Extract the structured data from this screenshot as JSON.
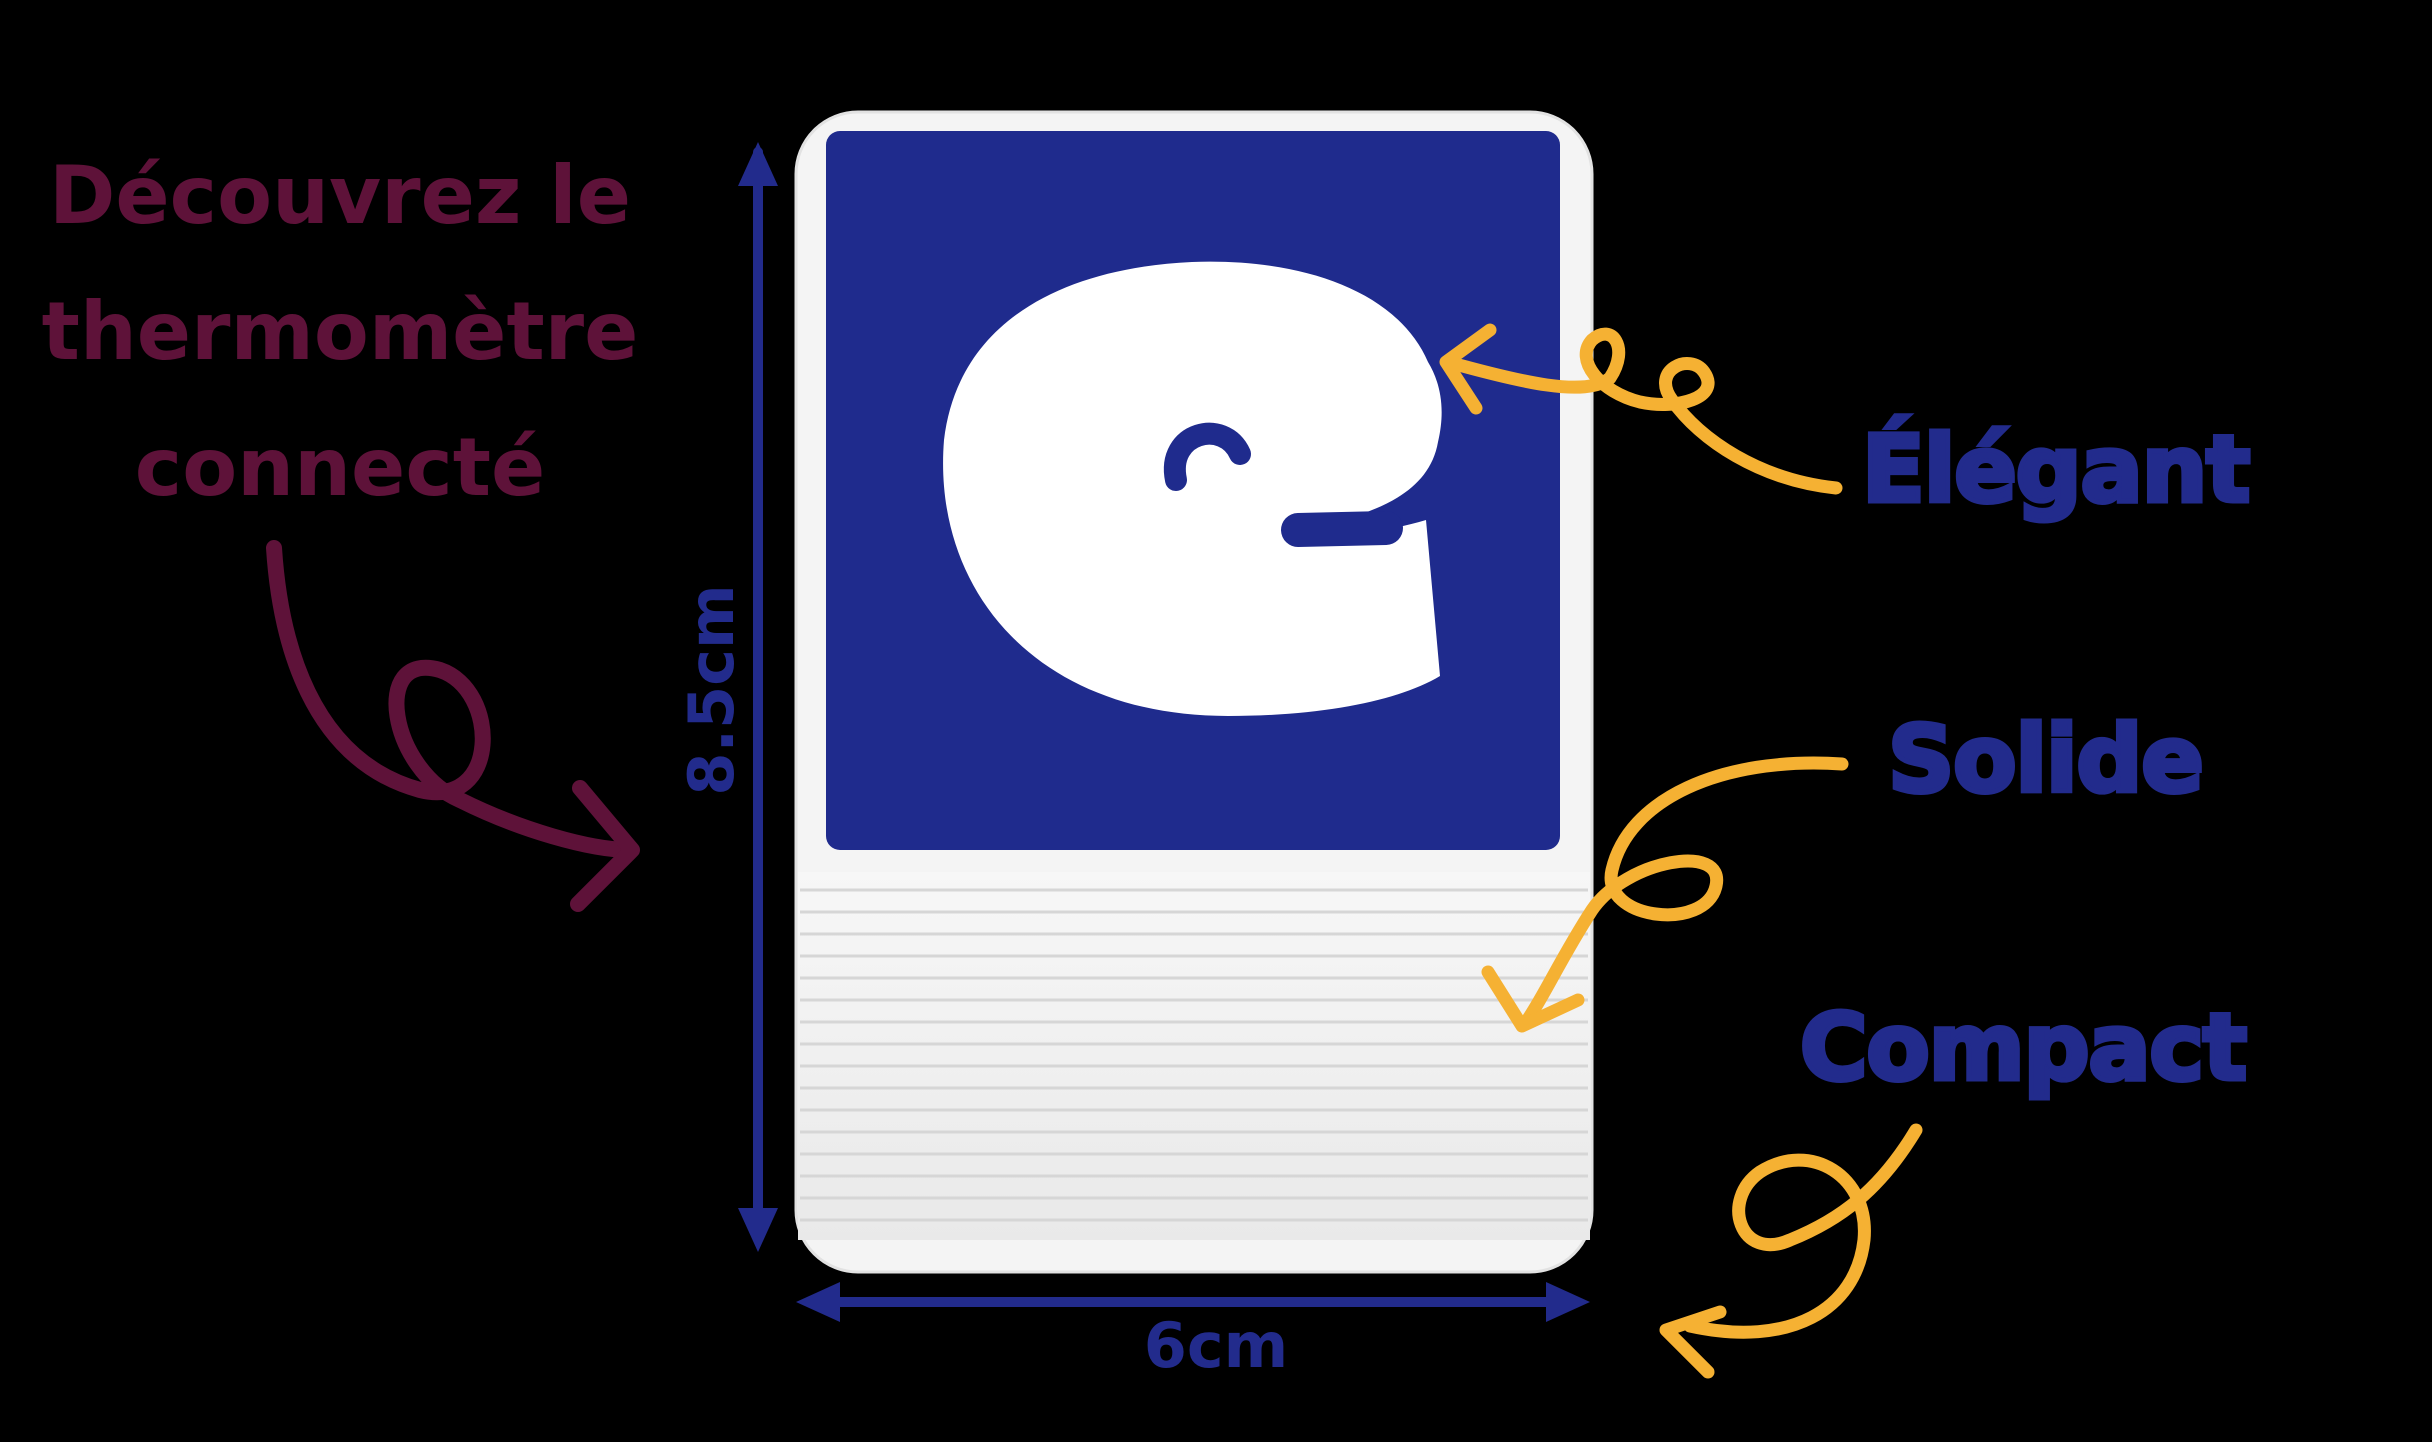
{
  "headline": {
    "line1": "Découvrez le",
    "line2": "thermomètre",
    "line3": "connecté"
  },
  "features": {
    "elegant": "Élégant",
    "solide": "Solide",
    "compact": "Compact"
  },
  "dimensions": {
    "height": "8.5cm",
    "width": "6cm"
  },
  "colors": {
    "background": "#000000",
    "headline": "#5e1239",
    "brand_blue": "#1f2b8d",
    "label_blue": "#222b8c",
    "arrow_orange": "#f5b133",
    "device_white": "#f4f4f4"
  }
}
